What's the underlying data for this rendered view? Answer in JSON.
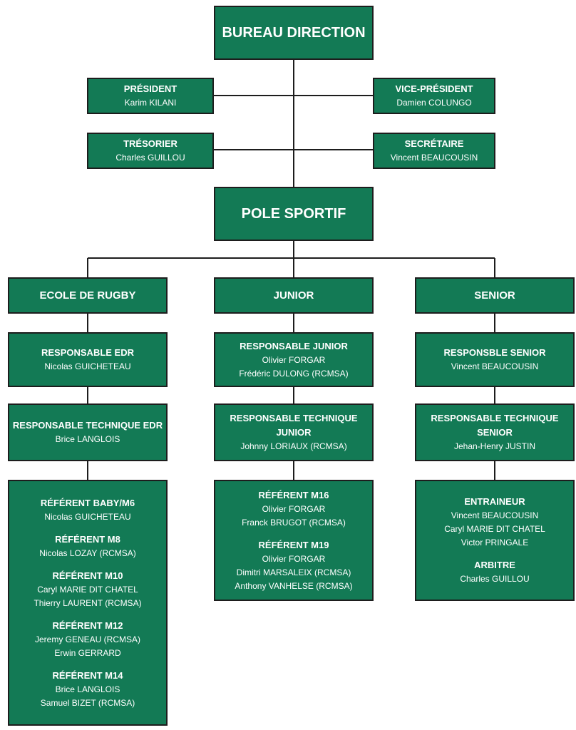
{
  "bureau": {
    "title": "BUREAU DIRECTION"
  },
  "president": {
    "title": "PRÉSIDENT",
    "names": [
      "Karim KILANI"
    ]
  },
  "vice_president": {
    "title": "VICE-PRÉSIDENT",
    "names": [
      "Damien COLUNGO"
    ]
  },
  "tresorier": {
    "title": "TRÉSORIER",
    "names": [
      "Charles GUILLOU"
    ]
  },
  "secretaire": {
    "title": "SECRÉTAIRE",
    "names": [
      "Vincent BEAUCOUSIN"
    ]
  },
  "pole": {
    "title": "POLE SPORTIF"
  },
  "edr": {
    "title": "ECOLE DE RUGBY",
    "responsable": {
      "title": "RESPONSABLE EDR",
      "names": [
        "Nicolas GUICHETEAU"
      ]
    },
    "technique": {
      "title": "RESPONSABLE TECHNIQUE EDR",
      "names": [
        "Brice LANGLOIS"
      ]
    },
    "groups": [
      {
        "title": "RÉFÉRENT BABY/M6",
        "names": [
          "Nicolas GUICHETEAU"
        ]
      },
      {
        "title": "RÉFÉRENT M8",
        "names": [
          "Nicolas LOZAY (RCMSA)"
        ]
      },
      {
        "title": "RÉFÉRENT M10",
        "names": [
          "Caryl MARIE DIT CHATEL",
          "Thierry LAURENT (RCMSA)"
        ]
      },
      {
        "title": "RÉFÉRENT M12",
        "names": [
          "Jeremy GENEAU (RCMSA)",
          "Erwin GERRARD"
        ]
      },
      {
        "title": "RÉFÉRENT M14",
        "names": [
          "Brice LANGLOIS",
          "Samuel BIZET (RCMSA)"
        ]
      }
    ]
  },
  "junior": {
    "title": "JUNIOR",
    "responsable": {
      "title": "RESPONSABLE JUNIOR",
      "names": [
        "Olivier FORGAR",
        "Frédéric DULONG (RCMSA)"
      ]
    },
    "technique": {
      "title": "RESPONSABLE TECHNIQUE JUNIOR",
      "names": [
        "Johnny LORIAUX (RCMSA)"
      ]
    },
    "groups": [
      {
        "title": "RÉFÉRENT M16",
        "names": [
          "Olivier FORGAR",
          "Franck BRUGOT (RCMSA)"
        ]
      },
      {
        "title": "RÉFÉRENT M19",
        "names": [
          "Olivier FORGAR",
          "Dimitri MARSALEIX (RCMSA)",
          "Anthony VANHELSE (RCMSA)"
        ]
      }
    ]
  },
  "senior": {
    "title": "SENIOR",
    "responsable": {
      "title": "RESPONSBLE SENIOR",
      "names": [
        "Vincent BEAUCOUSIN"
      ]
    },
    "technique": {
      "title": "RESPONSABLE TECHNIQUE SENIOR",
      "names": [
        "Jehan-Henry JUSTIN"
      ]
    },
    "groups": [
      {
        "title": "ENTRAINEUR",
        "names": [
          "Vincent BEAUCOUSIN",
          "Caryl MARIE DIT CHATEL",
          "Victor PRINGALE"
        ]
      },
      {
        "title": "ARBITRE",
        "names": [
          "Charles GUILLOU"
        ]
      }
    ]
  },
  "colors": {
    "box_fill": "#137a55",
    "border": "#1d1d1d",
    "text": "#ffffff"
  }
}
